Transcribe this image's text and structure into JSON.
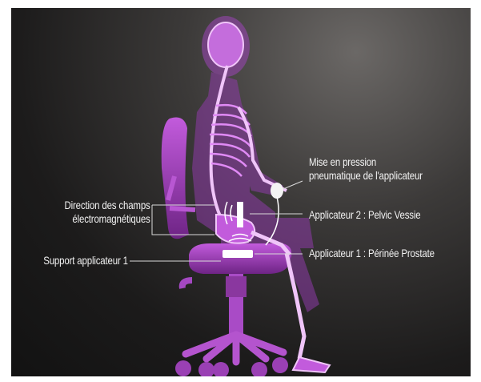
{
  "labels": {
    "mise_en_pression": {
      "line1": "Mise en pression",
      "line2": "pneumatique de l'applicateur"
    },
    "direction_champs": {
      "line1": "Direction des champs",
      "line2": "électromagnétiques"
    },
    "applicateur_2": "Applicateur 2 : Pelvic Vessie",
    "support_applicateur_1": "Support applicateur 1",
    "applicateur_1": "Applicateur 1 : Périnée Prostate"
  },
  "colors": {
    "background_dark": "#121212",
    "skeleton_magenta": "#b04fd0",
    "skeleton_glow": "#e27cf5",
    "label_text": "#f2f2f2",
    "leader_line": "#d9d9d9"
  }
}
